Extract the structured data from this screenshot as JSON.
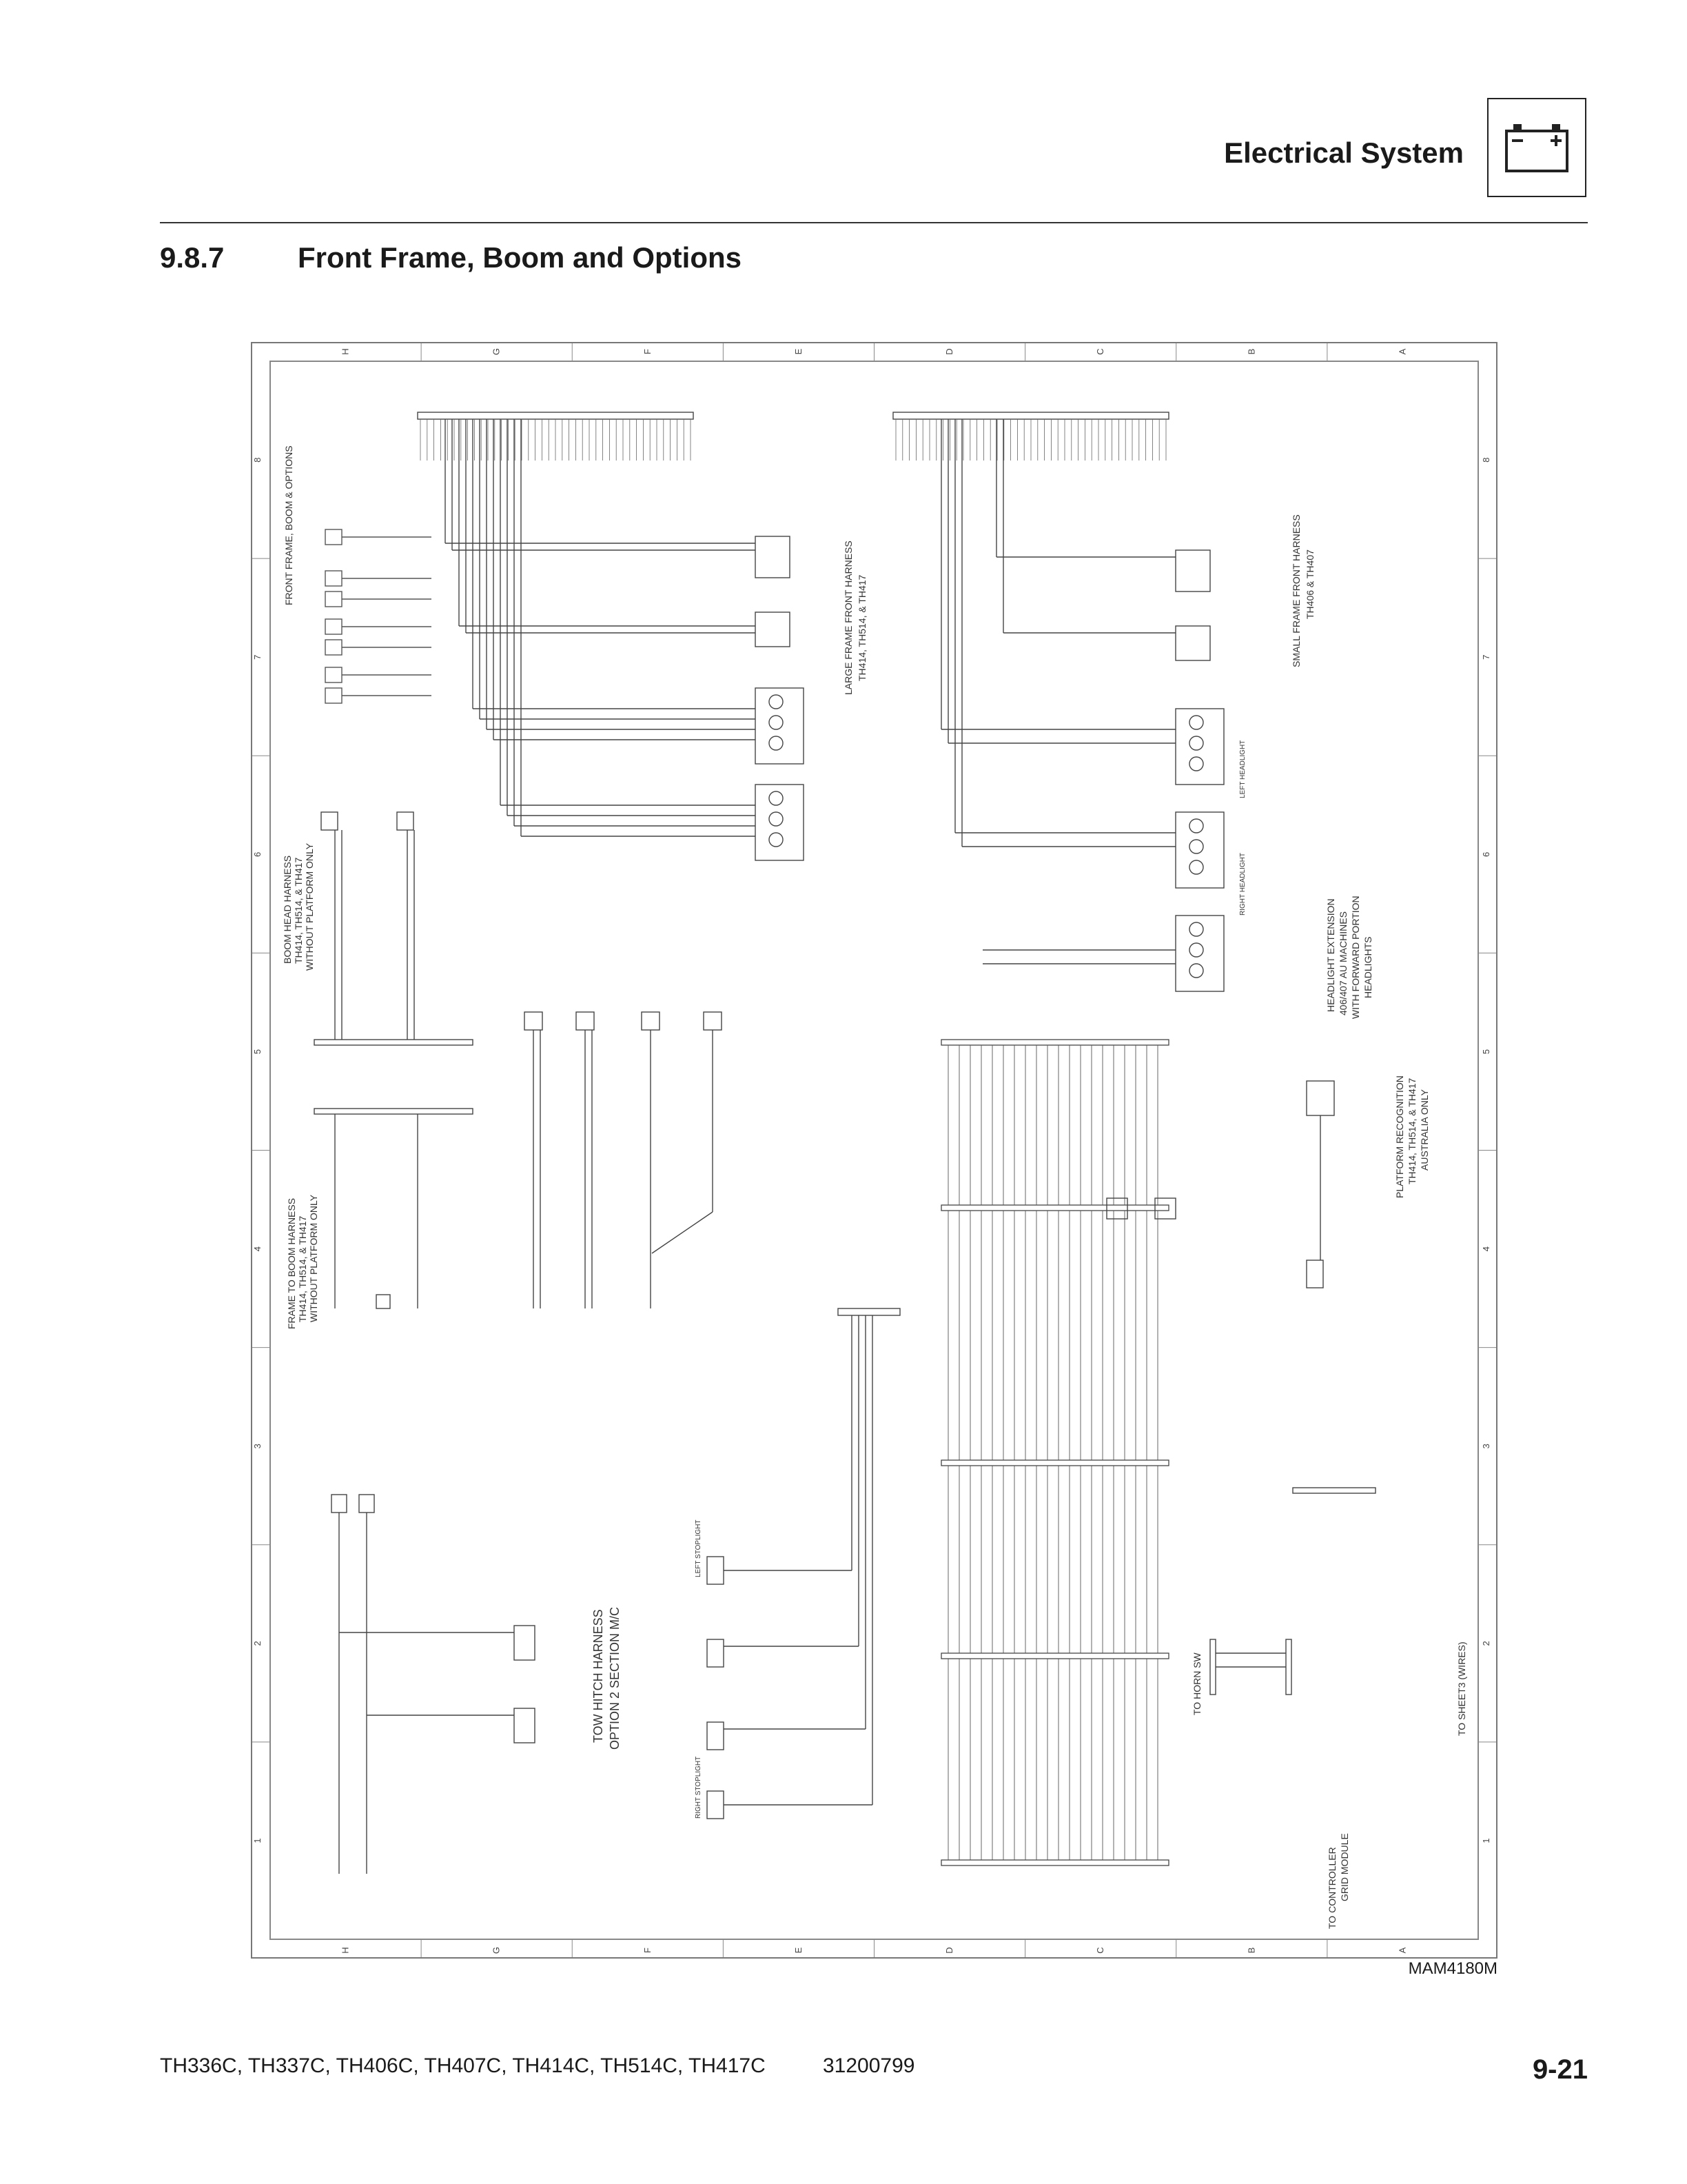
{
  "header": {
    "title": "Electrical System",
    "icon": "battery-icon"
  },
  "section": {
    "number": "9.8.7",
    "title": "Front Frame, Boom and Options"
  },
  "schematic": {
    "zones_top": [
      "H",
      "G",
      "F",
      "E",
      "D",
      "C",
      "B",
      "A"
    ],
    "zones_side": [
      "8",
      "7",
      "6",
      "5",
      "4",
      "3",
      "2",
      "1"
    ],
    "labels": {
      "front_frame": "FRONT FRAME, BOOM & OPTIONS",
      "large_front": "LARGE FRAME FRONT HARNESS",
      "large_front_models": "TH414, TH514, & TH417",
      "small_front": "SMALL FRAME FRONT HARNESS",
      "small_front_models": "TH406 & TH407",
      "boom_head": "BOOM HEAD HARNESS",
      "boom_head_models": "TH414, TH514, & TH417",
      "boom_head_note": "WITHOUT PLATFORM ONLY",
      "frame_to_boom": "FRAME TO BOOM HARNESS",
      "frame_to_boom_models": "TH414, TH514, & TH417",
      "frame_to_boom_note": "WITHOUT PLATFORM ONLY",
      "tow_hitch": "TOW HITCH HARNESS",
      "tow_hitch_note": "OPTION 2 SECTION M/C",
      "headlight_ext": "HEADLIGHT EXTENSION",
      "headlight_ext_models": "406/407 AU MACHINES",
      "headlight_ext_note": "WITH FORWARD PORTION",
      "headlight_ext_note2": "HEADLIGHTS",
      "platform_recog": "PLATFORM RECOGNITION",
      "platform_recog_models": "TH414, TH514, & TH417",
      "platform_recog_note": "AUSTRALIA ONLY",
      "to_horn": "TO HORN SW",
      "to_controller": "TO CONTROLLER",
      "to_controller2": "GRID MODULE",
      "to_sheet3": "TO SHEET3 (WIRES)",
      "left_headlight": "LEFT HEADLIGHT",
      "right_headlight": "RIGHT HEADLIGHT",
      "left_stoplight": "LEFT STOPLIGHT",
      "right_stoplight": "RIGHT STOPLIGHT"
    },
    "drawing_number": "MAM4180M"
  },
  "footer": {
    "models": "TH336C, TH337C, TH406C, TH407C, TH414C, TH514C, TH417C",
    "part_number": "31200799",
    "page": "9-21"
  }
}
